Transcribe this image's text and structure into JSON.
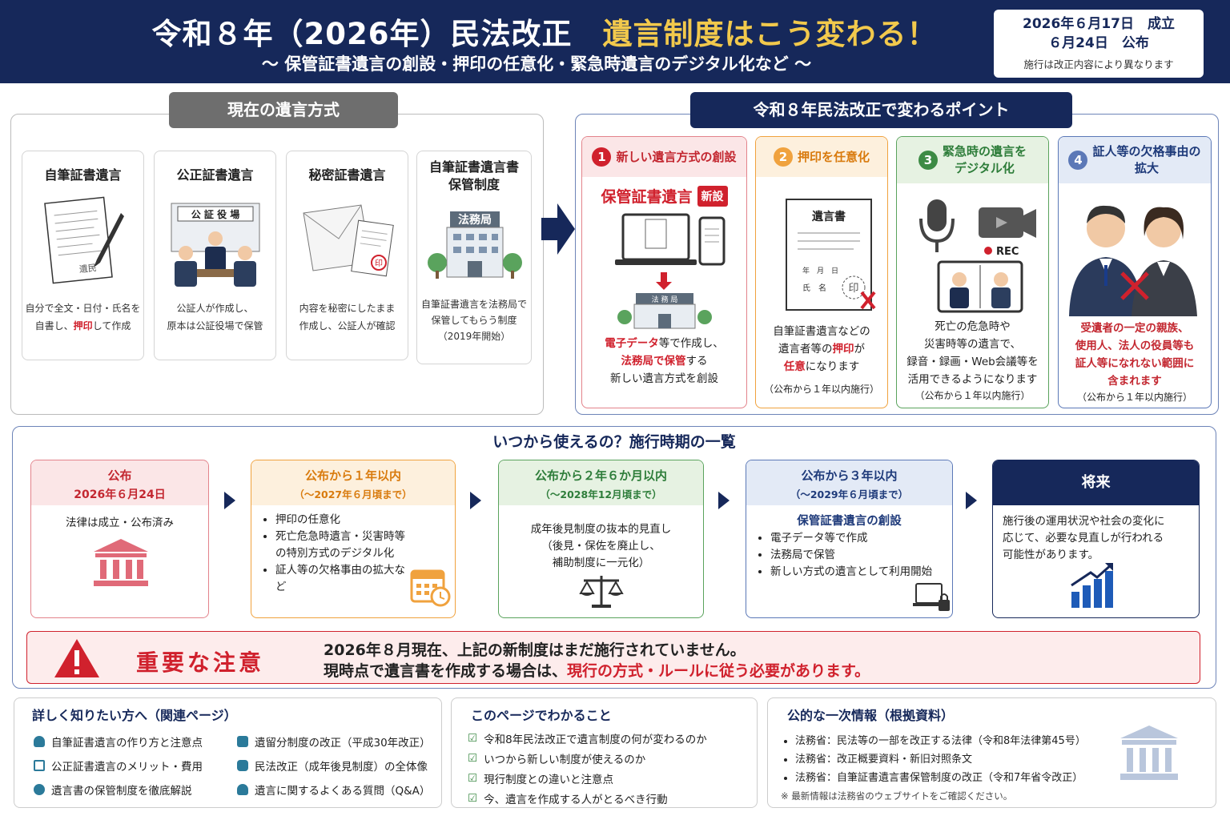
{
  "header": {
    "title_prefix": "令和８年（2026年）民法改正",
    "title_highlight": "遺言制度はこう変わる！",
    "subtitle": "〜 保管証書遺言の創設・押印の任意化・緊急時遺言のデジタル化など 〜",
    "date_enact": "2026年６月17日　成立",
    "date_promulgate": "６月24日　公布",
    "date_note": "施行は改正内容により異なります"
  },
  "current": {
    "label": "現在の遺言方式",
    "methods": [
      {
        "title": "自筆証書遺言",
        "text1": "自分で全文・日付・氏名を",
        "text2_pre": "自書し、",
        "text2_red": "押印",
        "text2_post": "して作成",
        "sign": "遺民"
      },
      {
        "title": "公正証書遺言",
        "office": "公 証 役 場",
        "text1": "公証人が作成し、",
        "text2": "原本は公証役場で保管"
      },
      {
        "title": "秘密証書遺言",
        "seal": "印",
        "text1": "内容を秘密にしたまま",
        "text2": "作成し、公証人が確認"
      },
      {
        "title1": "自筆証書遺言書",
        "title2": "保管制度",
        "bureau": "法務局",
        "text1": "自筆証書遺言を法務局で",
        "text2": "保管してもらう制度",
        "text3": "（2019年開始）"
      }
    ]
  },
  "changes": {
    "label": "令和８年民法改正で変わるポイント",
    "points": [
      {
        "num": "1",
        "title": "新しい遺言方式の創設",
        "subtitle": "保管証書遺言",
        "badge": "新設",
        "bureau": "法 務 局",
        "l1_red": "電子データ",
        "l1_post": "等で作成し、",
        "l2_red": "法務局で保管",
        "l2_post": "する",
        "l3": "新しい遺言方式を創設"
      },
      {
        "num": "2",
        "title": "押印を任意化",
        "doc_title": "遺言書",
        "doc_date": "年　月　日",
        "doc_name": "氏　名",
        "seal": "印",
        "l1": "自筆証書遺言などの",
        "l2_pre": "遺言者等の",
        "l2_red": "押印",
        "l2_post": "が",
        "l3_red": "任意",
        "l3_post": "になります",
        "note": "（公布から１年以内施行）"
      },
      {
        "num": "3",
        "title1": "緊急時の遺言を",
        "title2": "デジタル化",
        "rec": "REC",
        "l1": "死亡の危急時や",
        "l2": "災害時等の遺言で、",
        "l3": "録音・録画・Web会議等を",
        "l4": "活用できるようになります",
        "note": "（公布から１年以内施行）"
      },
      {
        "num": "4",
        "title1": "証人等の欠格事由の",
        "title2": "拡大",
        "l1": "受遺者の一定の親族、",
        "l2": "使用人、法人の役員等も",
        "l3": "証人等になれない範囲に",
        "l4": "含まれます",
        "note": "（公布から１年以内施行）"
      }
    ]
  },
  "timeline": {
    "title": "いつから使えるの？施行時期の一覧",
    "stages": [
      {
        "h1": "公布",
        "h2": "2026年６月24日",
        "body": "法律は成立・公布済み"
      },
      {
        "h1": "公布から１年以内",
        "h2": "（〜2027年６月頃まで）",
        "items": [
          "押印の任意化",
          "死亡危急時遺言・災害時等の特別方式のデジタル化",
          "証人等の欠格事由の拡大など"
        ]
      },
      {
        "h1": "公布から２年６か月以内",
        "h2": "（〜2028年12月頃まで）",
        "b1": "成年後見制度の抜本的見直し",
        "b2": "（後見・保佐を廃止し、",
        "b3": "補助制度に一元化）"
      },
      {
        "h1": "公布から３年以内",
        "h2": "（〜2029年６月頃まで）",
        "sub": "保管証書遺言の創設",
        "items": [
          "電子データ等で作成",
          "法務局で保管",
          "新しい方式の遺言として利用開始"
        ]
      },
      {
        "h1": "将来",
        "b1": "施行後の運用状況や社会の変化に",
        "b2": "応じて、必要な見直しが行われる",
        "b3": "可能性があります。"
      }
    ]
  },
  "alert": {
    "title": "重要な注意",
    "line1": "2026年８月現在、上記の新制度はまだ施行されていません。",
    "line2_pre": "現時点で遺言書を作成する場合は、",
    "line2_red": "現行の方式・ルールに従う必要があります。"
  },
  "footer": {
    "related": {
      "title": "詳しく知りたい方へ（関連ページ）",
      "links": [
        "自筆証書遺言の作り方と注意点",
        "遺留分制度の改正（平成30年改正）",
        "公正証書遺言のメリット・費用",
        "民法改正（成年後見制度）の全体像",
        "遺言書の保管制度を徹底解説",
        "遺言に関するよくある質問（Q&A）"
      ]
    },
    "summary": {
      "title": "このページでわかること",
      "items": [
        "令和8年民法改正で遺言制度の何が変わるのか",
        "いつから新しい制度が使えるのか",
        "現行制度との違いと注意点",
        "今、遺言を作成する人がとるべき行動"
      ]
    },
    "sources": {
      "title": "公的な一次情報（根拠資料）",
      "items": [
        "法務省：民法等の一部を改正する法律（令和8年法律第45号）",
        "法務省：改正概要資料・新旧対照条文",
        "法務省：自筆証書遺言書保管制度の改正（令和7年省令改正）"
      ],
      "note": "※ 最新情報は法務省のウェブサイトをご確認ください。"
    }
  },
  "colors": {
    "navy": "#16285a",
    "red": "#d0212d",
    "pink": "#e3838b",
    "orange": "#f0a23e",
    "green": "#5aa35d",
    "blue": "#5b78b7"
  }
}
